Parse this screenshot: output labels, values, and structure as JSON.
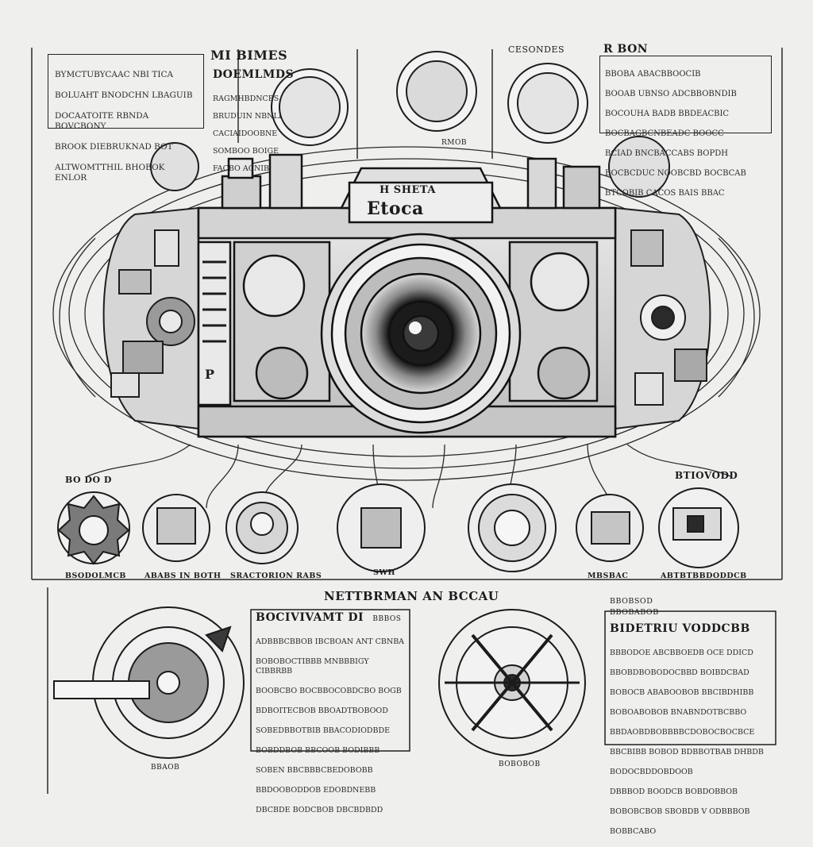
{
  "header": {
    "top_left_title": "MI BIMES",
    "top_left_subtitle": "DOEMLMDS",
    "top_center_label": "CESONDES",
    "top_right_title": "R BON"
  },
  "camera": {
    "brand_top": "H SHETA",
    "brand_main": "Etoca",
    "side_letter": "P"
  },
  "top_text_left": {
    "lines": [
      "BYMCTUBYCAAC NBI TICA",
      "BOLUAHT BNODCHN LBAGUIB",
      "DOCAATOITE RBNDA BOVCBONY",
      "BROOK DIEBRUKNAD BOT",
      "ALTWOMTTHIL BHOBOK ENLOR"
    ]
  },
  "top_text_left_small": {
    "lines": [
      "RAGMHBDNCBS",
      "BRUDUIN NBNLI",
      "CACIAIDOOBNE",
      "SOMBOO BOIGE",
      "FACBO ACNIB"
    ]
  },
  "top_text_right": {
    "lines": [
      "BBOBA ABACBBOOCIB",
      "BOOAB UBNSO ADCBBOBNDIB",
      "BOCOUHA BADB BBDEACBIC",
      "BOCBAGBCNBEADC BOOCC",
      "BCIAD BNCBACCABS BOPDH",
      "BOCBCDUC NOOBCBD BOCBCAB",
      "BTCOBIB CACOS BAIS BBAC"
    ]
  },
  "gauges": [
    {
      "label": "BSODOLMCB",
      "title": "BO DO D"
    },
    {
      "label": "ABABS IN BOTH"
    },
    {
      "label": "SRACTORION RABS"
    },
    {
      "label": "SWH"
    },
    {
      "label": ""
    },
    {
      "label": "MBSBAC"
    },
    {
      "label": "ABTBTBBDODDCB",
      "title": "BTIOVODD"
    }
  ],
  "bottom_center_title": "NETTBRMAN AN BCCAU",
  "bottom_left_panel": {
    "title": "BOCIVIVAMT DI",
    "title_small": "BBBOS",
    "lines": [
      "ADBBBCBBOB IBCBOAN ANT CBNBA",
      "BOBOBOCTIBBB MNBBBIGY CIBBRBB",
      "BOOBCBO BOCBBOCOBDCBO BOGB",
      "BDBOITECBOB BBOADTBOBOOD",
      "SOBEDBBOTBIB BBACODIODBDE",
      "BOBDDBOB BBCOOB BODIBBB",
      "SOBEN BBCBBBCBEDOBOBB",
      "BBDOOBODDOB EDOBDNEBB",
      "DBCBDE BODCBOB DBCBDBDD"
    ],
    "footer": ""
  },
  "bottom_right_panel": {
    "kicker": "BBOBSOD",
    "kicker2": "BBOBABOB",
    "title": "BIDETRIU VODDCBB",
    "lines": [
      "BBBODOE ABCBBOEDB OCE DDICD",
      "BBOBDBOBODOCBBD BOIBDCBAD",
      "BOBOCB ABABOOBOB BBCIBDHIBB",
      "BOBOABOBOB BNABNDOTBCBBO",
      "BBDAOBDBOBBBBCDOBOCBOCBCE",
      "BBCBIBB BOBOD BDBBOTBAB DHBDB",
      "BODOCBDDOBDOOB",
      "DBBBOD BOODCB BOBDOBBOB",
      "BOBOBCBOB SBOBDB V ODBBBOB",
      "BOBBCABO"
    ]
  },
  "bottom_gauge_left_label": "BBAOB",
  "bottom_gauge_right_label": "BOBOBOB",
  "center_misc_label": "RMOB"
}
